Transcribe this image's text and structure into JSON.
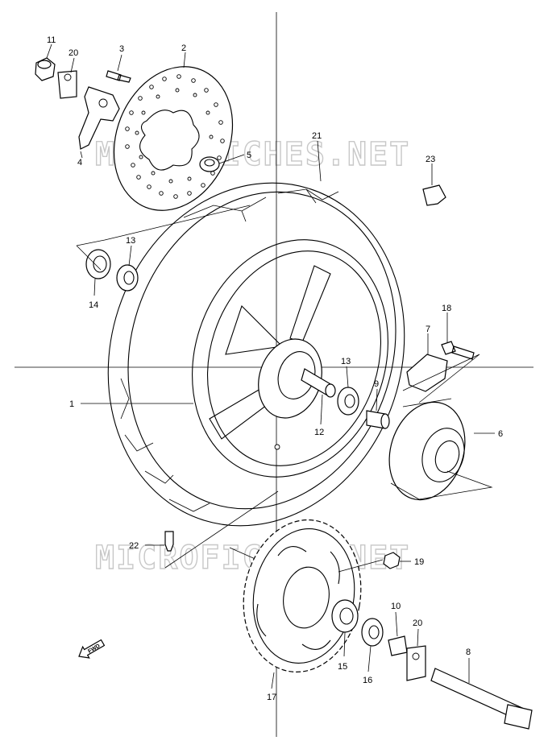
{
  "watermark": "MICROFICHES.NET",
  "fwd_label": "FWD",
  "callouts": [
    {
      "id": "c11",
      "text": "11"
    },
    {
      "id": "c20a",
      "text": "20"
    },
    {
      "id": "c3",
      "text": "3"
    },
    {
      "id": "c2",
      "text": "2"
    },
    {
      "id": "c5",
      "text": "5"
    },
    {
      "id": "c4",
      "text": "4"
    },
    {
      "id": "c21",
      "text": "21"
    },
    {
      "id": "c23",
      "text": "23"
    },
    {
      "id": "c13a",
      "text": "13"
    },
    {
      "id": "c14",
      "text": "14"
    },
    {
      "id": "c18",
      "text": "18"
    },
    {
      "id": "c7",
      "text": "7"
    },
    {
      "id": "c13b",
      "text": "13"
    },
    {
      "id": "c9",
      "text": "9"
    },
    {
      "id": "c1",
      "text": "1"
    },
    {
      "id": "c12",
      "text": "12"
    },
    {
      "id": "c6",
      "text": "6"
    },
    {
      "id": "c22",
      "text": "22"
    },
    {
      "id": "c19",
      "text": "19"
    },
    {
      "id": "c10",
      "text": "10"
    },
    {
      "id": "c20b",
      "text": "20"
    },
    {
      "id": "c8",
      "text": "8"
    },
    {
      "id": "c15",
      "text": "15"
    },
    {
      "id": "c16",
      "text": "16"
    },
    {
      "id": "c17",
      "text": "17"
    }
  ]
}
